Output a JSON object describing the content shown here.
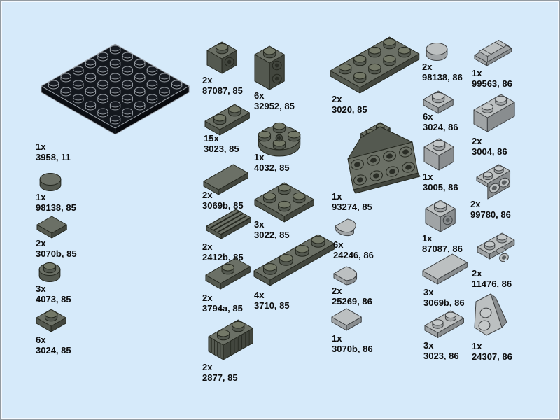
{
  "page": {
    "type": "lego-parts-inventory"
  },
  "palette": {
    "background": "#d6eafa",
    "frame": "#939aa0",
    "text": "#0c0c0c",
    "black_11": {
      "top": "#14181e",
      "left": "#0c0f14",
      "right": "#080a0e",
      "line": "#9aa0a7",
      "stud": "#181c23",
      "hole": "#000000"
    },
    "dark_gray_85": {
      "top": "#6b7066",
      "left": "#545950",
      "right": "#42463e",
      "line": "#24271f",
      "stud": "#737867",
      "hole": "#2a2d26"
    },
    "light_gray_86": {
      "top": "#bcc0c1",
      "left": "#a0a4a6",
      "right": "#898d8f",
      "line": "#3e4143",
      "stud": "#c4c8c9",
      "hole": "#595d5f"
    }
  },
  "parts": [
    {
      "qty": "1x",
      "code": "3958, 11",
      "color": "black_11",
      "icon": "plate-6x6-icon"
    },
    {
      "qty": "1x",
      "code": "98138, 85",
      "color": "dark_gray_85",
      "icon": "round-tile-1x1-icon"
    },
    {
      "qty": "2x",
      "code": "3070b, 85",
      "color": "dark_gray_85",
      "icon": "tile-1x1-icon"
    },
    {
      "qty": "3x",
      "code": "4073, 85",
      "color": "dark_gray_85",
      "icon": "round-plate-1x1-icon"
    },
    {
      "qty": "6x",
      "code": "3024, 85",
      "color": "dark_gray_85",
      "icon": "plate-1x1-icon"
    },
    {
      "qty": "2x",
      "code": "87087, 85",
      "color": "dark_gray_85",
      "icon": "brick-1x1-side-stud-icon"
    },
    {
      "qty": "6x",
      "code": "32952, 85",
      "color": "dark_gray_85",
      "icon": "brick-1x1-tall-side-studs-icon"
    },
    {
      "qty": "15x",
      "code": "3023, 85",
      "color": "dark_gray_85",
      "icon": "plate-1x2-icon"
    },
    {
      "qty": "1x",
      "code": "4032, 85",
      "color": "dark_gray_85",
      "icon": "round-plate-2x2-icon"
    },
    {
      "qty": "2x",
      "code": "3069b, 85",
      "color": "dark_gray_85",
      "icon": "tile-1x2-icon"
    },
    {
      "qty": "3x",
      "code": "3022, 85",
      "color": "dark_gray_85",
      "icon": "plate-2x2-icon"
    },
    {
      "qty": "2x",
      "code": "2412b, 85",
      "color": "dark_gray_85",
      "icon": "grille-tile-1x2-icon"
    },
    {
      "qty": "2x",
      "code": "3794a, 85",
      "color": "dark_gray_85",
      "icon": "jumper-plate-1x2-icon"
    },
    {
      "qty": "4x",
      "code": "3710, 85",
      "color": "dark_gray_85",
      "icon": "plate-1x4-icon"
    },
    {
      "qty": "2x",
      "code": "2877, 85",
      "color": "dark_gray_85",
      "icon": "grille-brick-1x2-icon"
    },
    {
      "qty": "2x",
      "code": "3020, 85",
      "color": "dark_gray_85",
      "icon": "plate-2x4-icon"
    },
    {
      "qty": "1x",
      "code": "93274, 85",
      "color": "dark_gray_85",
      "icon": "bracket-2x4-icon"
    },
    {
      "qty": "6x",
      "code": "24246, 86",
      "color": "light_gray_86",
      "icon": "half-round-tile-1x1-icon"
    },
    {
      "qty": "2x",
      "code": "25269, 86",
      "color": "light_gray_86",
      "icon": "quarter-round-tile-1x1-icon"
    },
    {
      "qty": "1x",
      "code": "3070b, 86",
      "color": "light_gray_86",
      "icon": "tile-1x1-icon"
    },
    {
      "qty": "2x",
      "code": "98138, 86",
      "color": "light_gray_86",
      "icon": "round-tile-1x1-icon"
    },
    {
      "qty": "6x",
      "code": "3024, 86",
      "color": "light_gray_86",
      "icon": "plate-1x1-icon"
    },
    {
      "qty": "1x",
      "code": "3005, 86",
      "color": "light_gray_86",
      "icon": "brick-1x1-icon"
    },
    {
      "qty": "1x",
      "code": "87087, 86",
      "color": "light_gray_86",
      "icon": "brick-1x1-side-stud-icon"
    },
    {
      "qty": "3x",
      "code": "3069b, 86",
      "color": "light_gray_86",
      "icon": "tile-1x2-icon"
    },
    {
      "qty": "3x",
      "code": "3023, 86",
      "color": "light_gray_86",
      "icon": "plate-1x2-icon"
    },
    {
      "qty": "1x",
      "code": "99563, 86",
      "color": "light_gray_86",
      "icon": "ingot-tile-icon"
    },
    {
      "qty": "2x",
      "code": "3004, 86",
      "color": "light_gray_86",
      "icon": "brick-1x2-icon"
    },
    {
      "qty": "2x",
      "code": "99780, 86",
      "color": "light_gray_86",
      "icon": "bracket-1x2-inverted-icon"
    },
    {
      "qty": "2x",
      "code": "11476, 86",
      "color": "light_gray_86",
      "icon": "plate-1x2-clip-icon"
    },
    {
      "qty": "1x",
      "code": "24307, 86",
      "color": "light_gray_86",
      "icon": "wedge-plate-2x2-icon"
    }
  ]
}
